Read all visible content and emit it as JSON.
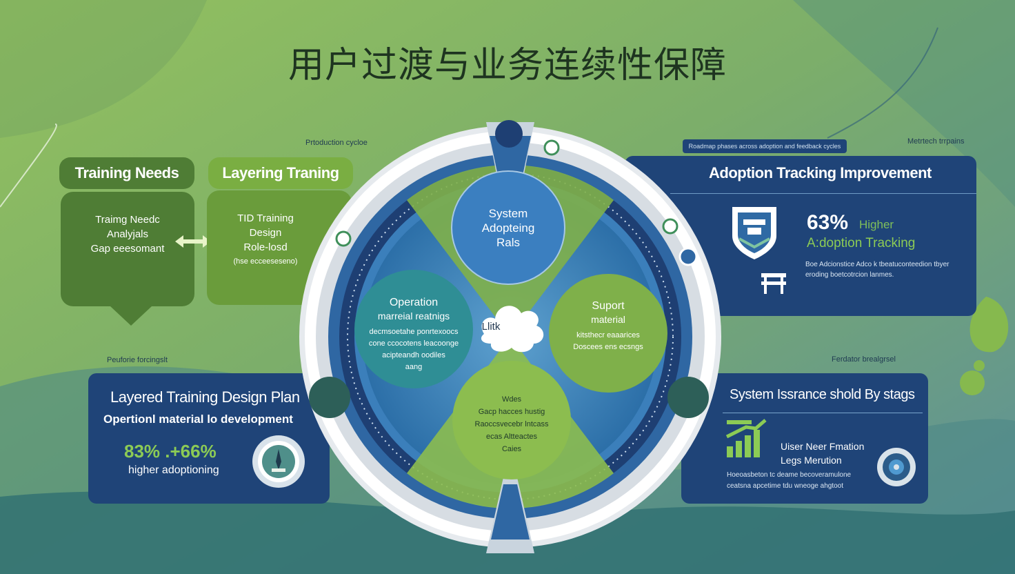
{
  "title": "用户过渡与业务连续性保障",
  "captions": {
    "top_center": "Prtoduction cycloe",
    "top_right_banner": "Roadmap phases across adoption and feedback cycles",
    "top_right": "Metrtech trrpains",
    "mid_left": "Peuforie forcingslt",
    "mid_right": "Ferdator brealgrsel"
  },
  "training_needs": {
    "tab": "Training Needs",
    "lines": [
      "Traimg Needc",
      "Analyjals",
      "Gap eeesomant"
    ]
  },
  "layering_training": {
    "tab": "Layering Traning",
    "lines": [
      "TID Training",
      "Design",
      "Role-losd",
      "(hse ecceeseseno)"
    ]
  },
  "adoption_panel": {
    "title": "Adoption Tracking Improvement",
    "percent": "63%",
    "percent_label": "Higher",
    "subtitle": "A:doption Tracking",
    "desc_line1": "Boe Adcionstice Adco k tbeatuconteedion tbyer",
    "desc_line2": "eroding boetcotrcion lanmes."
  },
  "layered_panel": {
    "title": "Layered Training Design Plan",
    "subtitle": "Opertionl material lo development",
    "stats": "83% .+66%",
    "stats_label": "higher adoptioning"
  },
  "assurance_panel": {
    "title": "System Issrance shold By stags",
    "line1": "Uiser Neer Fmation",
    "line2": "Legs Merution",
    "desc_line1": "Hoeoasbeton tc deame becoveramulone",
    "desc_line2": "ceatsna apcetime tdu wneoge ahgtoot"
  },
  "wheel": {
    "center": "Llitk",
    "top": [
      "System",
      "Adopteing",
      "Rals"
    ],
    "left": {
      "title": [
        "Operation",
        "marreial reatnigs"
      ],
      "body": [
        "decmsoetahe ponrtexoocs",
        "cone ccocotens leacoonge",
        "acipteandh oodiles",
        "aang"
      ]
    },
    "right": {
      "title": [
        "Suport",
        "material"
      ],
      "body": [
        "kitsthecr eaaarices",
        "Doscees ens ecsngs"
      ]
    },
    "bottom": [
      "Wdes",
      "Gacp hacces hustig",
      "Raoccsvecebr lntcass",
      "ecas Altteactes",
      "Caies"
    ]
  },
  "colors": {
    "navy": "#1f4478",
    "green": "#5e8f3e",
    "light_green": "#8cbd4f",
    "blue": "#3f86c0",
    "teal": "#2f8e95"
  }
}
